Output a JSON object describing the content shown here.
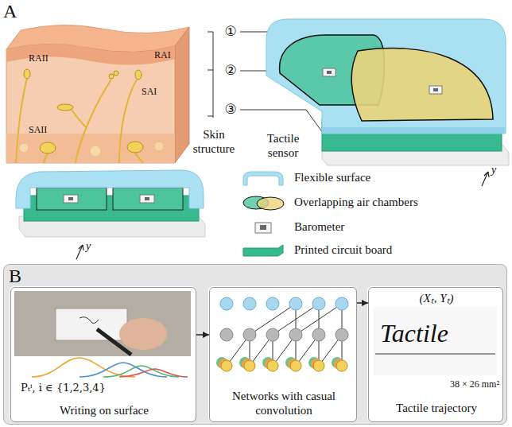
{
  "diagram": {
    "nodes": [
      {
        "text": [
          "B"
        ]
      },
      {
        "text": [
          "Pₜⁱ, i ∈ {1,2,3,4}",
          "Writing on surface"
        ],
        "in": 0
      },
      {
        "text": [
          "Networks with casual convolution"
        ],
        "in": 0
      },
      {
        "text": [
          "(Xₜ, Yₜ)",
          "Tactile",
          "38 × 26 mm²",
          "Tactile trajectory"
        ],
        "in": 0
      }
    ],
    "edges": [
      {
        "from": 1,
        "to": 2,
        "arrow": "to"
      },
      {
        "from": 2,
        "to": 3,
        "arrow": "to"
      }
    ],
    "labels": [
      "A",
      "RAII",
      "SAI",
      "RAI",
      "SAII",
      "Skin structure",
      "①",
      "②",
      "③",
      "Tactile sensor",
      "y",
      "y"
    ],
    "legend": [
      {
        "text": "Flexible surface",
        "color": "#a9e0f2"
      },
      {
        "text": "Overlapping air chambers"
      },
      {
        "text": "Barometer"
      },
      {
        "text": "Printed circuit board",
        "color": "#38b990"
      }
    ]
  }
}
